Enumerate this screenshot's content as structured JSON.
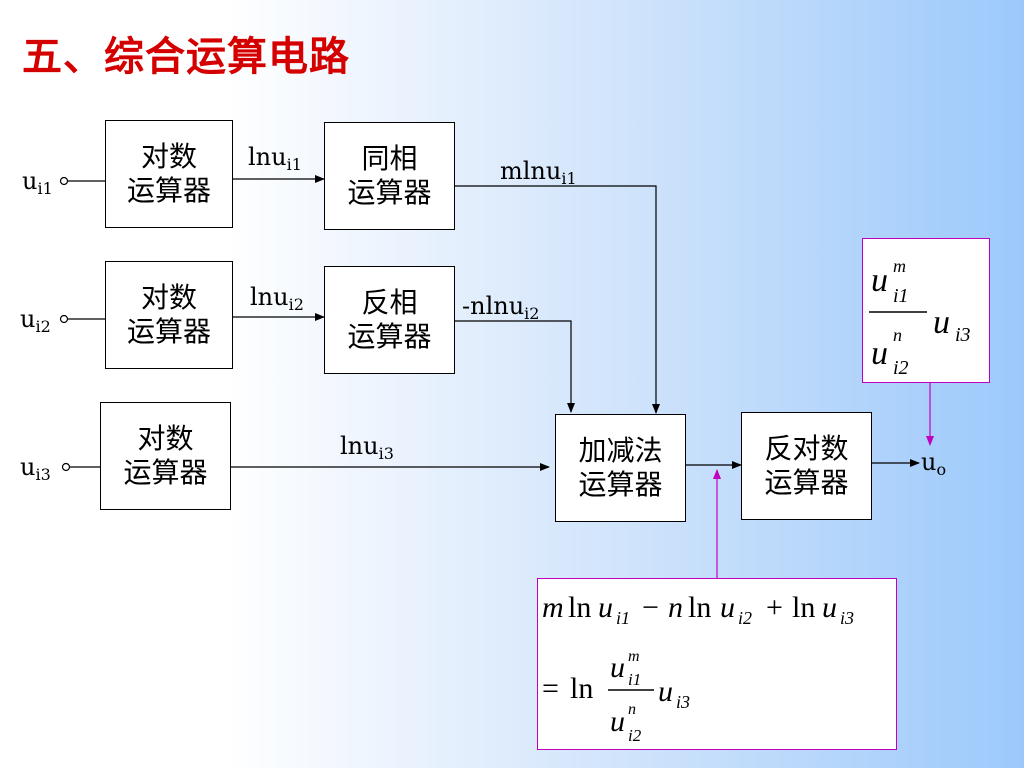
{
  "title": "五、综合运算电路",
  "blocks": {
    "log1": {
      "line1": "对数",
      "line2": "运算器"
    },
    "log2": {
      "line1": "对数",
      "line2": "运算器"
    },
    "log3": {
      "line1": "对数",
      "line2": "运算器"
    },
    "noninv": {
      "line1": "同相",
      "line2": "运算器"
    },
    "inv": {
      "line1": "反相",
      "line2": "运算器"
    },
    "addsub": {
      "line1": "加减法",
      "line2": "运算器"
    },
    "antilog": {
      "line1": "反对数",
      "line2": "运算器"
    }
  },
  "signals": {
    "in1": {
      "base": "u",
      "sub": "i1"
    },
    "in2": {
      "base": "u",
      "sub": "i2"
    },
    "in3": {
      "base": "u",
      "sub": "i3"
    },
    "ln1": {
      "base": "lnu",
      "sub": "i1"
    },
    "ln2": {
      "base": "lnu",
      "sub": "i2"
    },
    "ln3": {
      "base": "lnu",
      "sub": "i3"
    },
    "mln1": {
      "base": "mlnu",
      "sub": "i1"
    },
    "nln2": {
      "base": "-nlnu",
      "sub": "i2"
    },
    "out": {
      "base": "u",
      "sub": "o"
    }
  },
  "formula_top": {
    "u": "u",
    "sub1": "i1",
    "sup_m": "m",
    "sub2": "i2",
    "sup_n": "n",
    "sub3": "i3"
  },
  "formula_bottom": {
    "m": "m",
    "ln": "ln",
    "u": "u",
    "sub1": "i1",
    "minus": "−",
    "n": "n",
    "sub2": "i2",
    "plus": "+",
    "sub3": "i3",
    "eq": "=",
    "sup_m": "m",
    "sup_n": "n"
  },
  "colors": {
    "title": "#d40000",
    "formula_border": "#c000c0",
    "wire": "#000000"
  }
}
